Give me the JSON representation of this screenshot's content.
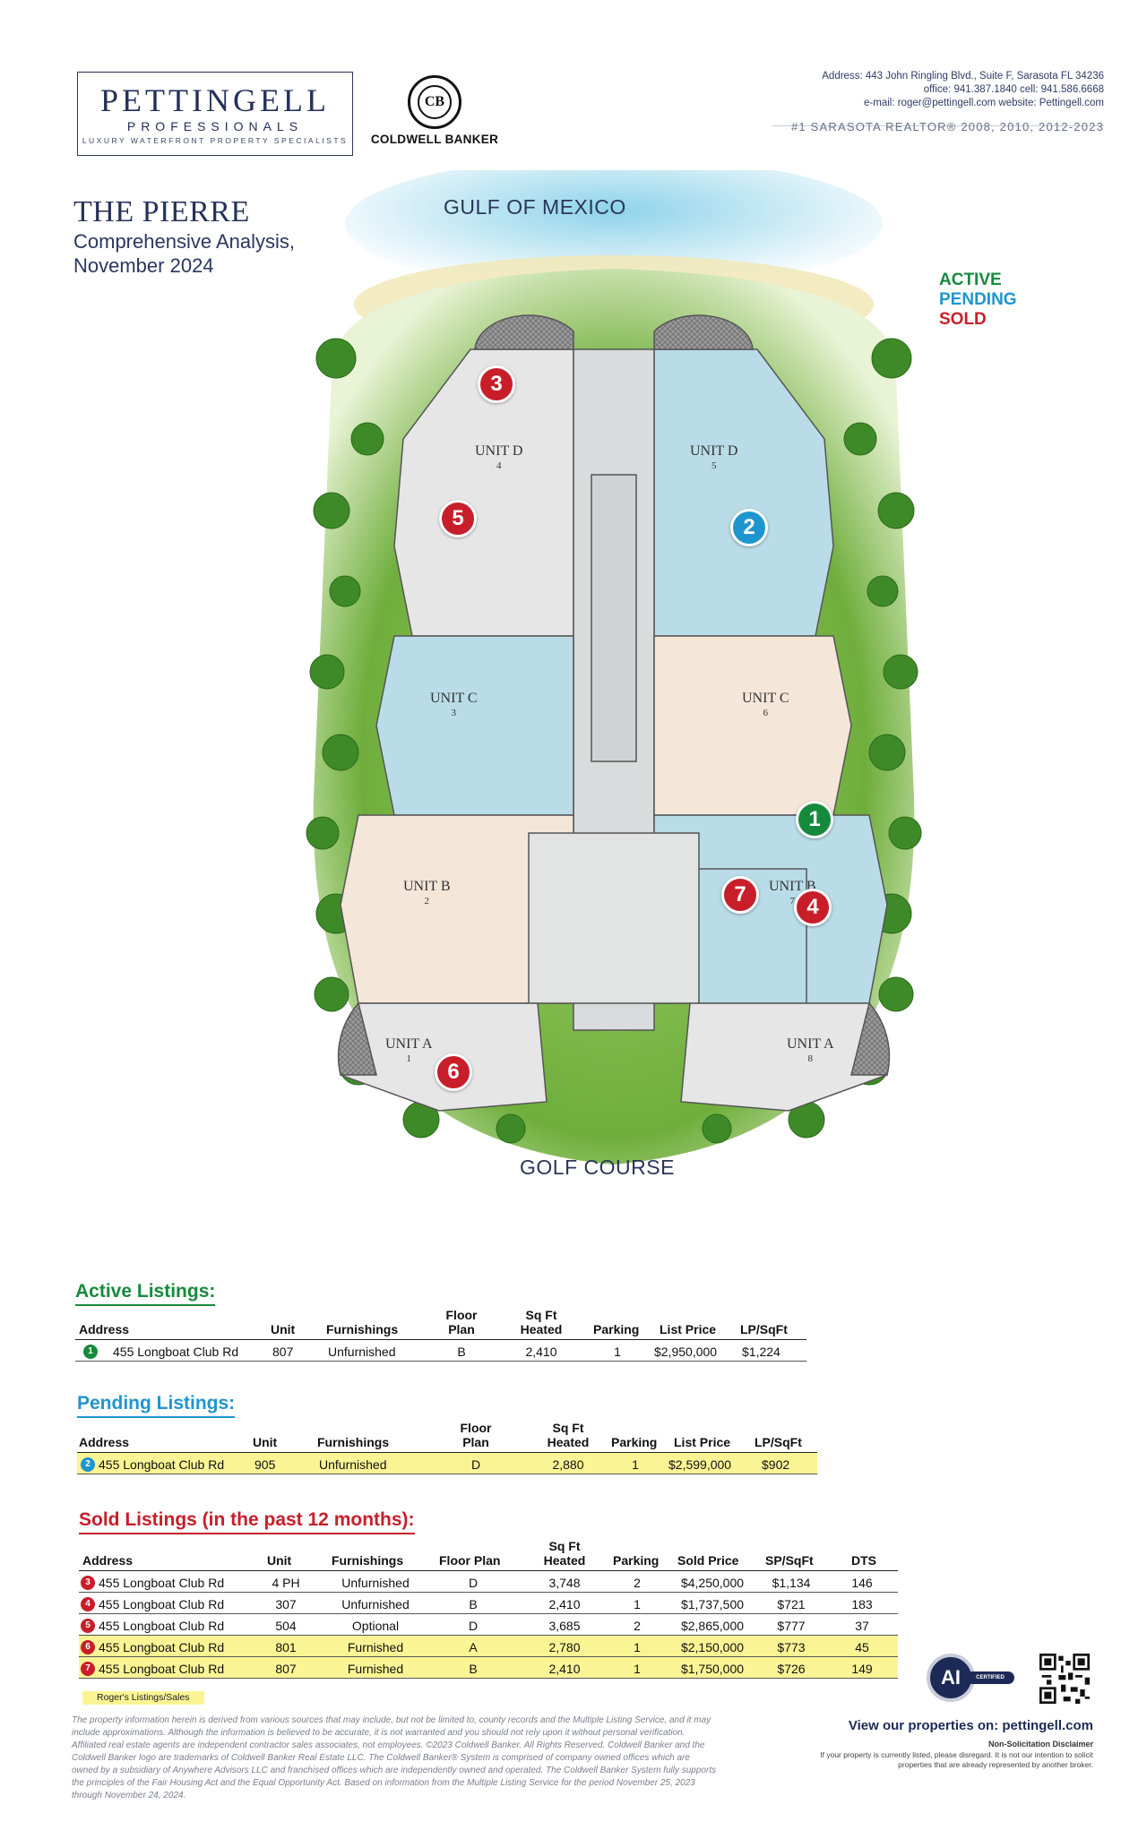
{
  "header": {
    "logo_main": "PETTINGELL",
    "logo_sub": "PROFESSIONALS",
    "logo_tagline": "LUXURY WATERFRONT PROPERTY SPECIALISTS",
    "brokerage_seal_text": "CB",
    "brokerage_name": "COLDWELL BANKER",
    "address": "Address: 443 John Ringling Blvd., Suite F,  Sarasota FL 34236",
    "phones": "office: 941.387.1840    cell: 941.586.6668",
    "email_web": "e-mail: roger@pettingell.com    website: Pettingell.com",
    "realtor_line": "#1 SARASOTA REALTOR® 2008, 2010, 2012-2023"
  },
  "title": "THE PIERRE",
  "subtitle_1": "Comprehensive Analysis,",
  "subtitle_2": "November 2024",
  "legend": {
    "active": "ACTIVE",
    "pending": "PENDING",
    "sold": "SOLD"
  },
  "colors": {
    "active": "#168a3c",
    "pending": "#1f95cf",
    "sold": "#c81e2a",
    "highlight": "#fbf494"
  },
  "plan": {
    "north_label": "GULF OF MEXICO",
    "south_label": "GOLF COURSE",
    "units": [
      {
        "name": "UNIT D",
        "num": "4"
      },
      {
        "name": "UNIT D",
        "num": "5"
      },
      {
        "name": "UNIT C",
        "num": "3"
      },
      {
        "name": "UNIT C",
        "num": "6"
      },
      {
        "name": "UNIT B",
        "num": "2"
      },
      {
        "name": "UNIT B",
        "num": "7"
      },
      {
        "name": "UNIT A",
        "num": "1"
      },
      {
        "name": "UNIT A",
        "num": "8"
      }
    ],
    "markers": [
      {
        "label": "1",
        "status": "active"
      },
      {
        "label": "2",
        "status": "pending"
      },
      {
        "label": "3",
        "status": "sold"
      },
      {
        "label": "4",
        "status": "sold"
      },
      {
        "label": "5",
        "status": "sold"
      },
      {
        "label": "6",
        "status": "sold"
      },
      {
        "label": "7",
        "status": "sold"
      }
    ]
  },
  "active": {
    "title": "Active Listings:",
    "headers": {
      "address": "Address",
      "unit": "Unit",
      "furnishings": "Furnishings",
      "floor_plan_1": "Floor",
      "floor_plan_2": "Plan",
      "sqft_1": "Sq Ft",
      "sqft_2": "Heated",
      "parking": "Parking",
      "price": "List Price",
      "ppsf": "LP/SqFt"
    },
    "rows": [
      {
        "marker": "1",
        "address": "455 Longboat Club Rd",
        "unit": "807",
        "furnishings": "Unfurnished",
        "floor_plan": "B",
        "sqft": "2,410",
        "parking": "1",
        "price": "$2,950,000",
        "ppsf": "$1,224"
      }
    ]
  },
  "pending": {
    "title": "Pending Listings:",
    "headers": {
      "address": "Address",
      "unit": "Unit",
      "furnishings": "Furnishings",
      "floor_plan_1": "Floor",
      "floor_plan_2": "Plan",
      "sqft_1": "Sq Ft",
      "sqft_2": "Heated",
      "parking": "Parking",
      "price": "List Price",
      "ppsf": "LP/SqFt"
    },
    "rows": [
      {
        "marker": "2",
        "address": "455 Longboat Club Rd",
        "unit": "905",
        "furnishings": "Unfurnished",
        "floor_plan": "D",
        "sqft": "2,880",
        "parking": "1",
        "price": "$2,599,000",
        "ppsf": "$902"
      }
    ]
  },
  "sold": {
    "title": "Sold Listings (in the past 12 months):",
    "headers": {
      "address": "Address",
      "unit": "Unit",
      "furnishings": "Furnishings",
      "floor_plan": "Floor Plan",
      "sqft_1": "Sq Ft",
      "sqft_2": "Heated",
      "parking": "Parking",
      "price": "Sold Price",
      "ppsf": "SP/SqFt",
      "dts": "DTS"
    },
    "rows": [
      {
        "marker": "3",
        "address": "455 Longboat Club Rd",
        "unit": "4 PH",
        "furnishings": "Unfurnished",
        "floor_plan": "D",
        "sqft": "3,748",
        "parking": "2",
        "price": "$4,250,000",
        "ppsf": "$1,134",
        "dts": "146"
      },
      {
        "marker": "4",
        "address": "455 Longboat Club Rd",
        "unit": "307",
        "furnishings": "Unfurnished",
        "floor_plan": "B",
        "sqft": "2,410",
        "parking": "1",
        "price": "$1,737,500",
        "ppsf": "$721",
        "dts": "183"
      },
      {
        "marker": "5",
        "address": "455 Longboat Club Rd",
        "unit": "504",
        "furnishings": "Optional",
        "floor_plan": "D",
        "sqft": "3,685",
        "parking": "2",
        "price": "$2,865,000",
        "ppsf": "$777",
        "dts": "37"
      },
      {
        "marker": "6",
        "address": "455 Longboat Club Rd",
        "unit": "801",
        "furnishings": "Furnished",
        "floor_plan": "A",
        "sqft": "2,780",
        "parking": "1",
        "price": "$2,150,000",
        "ppsf": "$773",
        "dts": "45"
      },
      {
        "marker": "7",
        "address": "455 Longboat Club Rd",
        "unit": "807",
        "furnishings": "Furnished",
        "floor_plan": "B",
        "sqft": "2,410",
        "parking": "1",
        "price": "$1,750,000",
        "ppsf": "$726",
        "dts": "149"
      }
    ]
  },
  "footer": {
    "roger_key": "Roger's Listings/Sales",
    "disclaimer": "The property information herein is derived from various sources that may include, but not be limited to, county records and the Multiple Listing Service, and it may include approximations. Although the information is believed to be accurate, it is not warranted and you should not rely upon it without personal verification. Affiliated real estate agents are independent contractor sales associates, not employees. ©2023 Coldwell Banker. All Rights Reserved. Coldwell Banker and the Coldwell Banker logo are trademarks of Coldwell Banker Real Estate LLC. The Coldwell Banker® System is comprised of company owned offices which are owned by a subsidiary of Anywhere Advisors LLC and franchised offices which are independently owned and operated. The Coldwell Banker System fully supports the principles of the Fair Housing Act and the Equal Opportunity Act. Based on information from the Multiple Listing Service for the period November 25, 2023 through November 24, 2024.",
    "ai_badge": "AI",
    "ai_badge_tag": "CERTIFIED AGENT",
    "view_properties": "View our properties on: pettingell.com",
    "nsd_title": "Non-Solicitation Disclaimer",
    "nsd_text": "If your property is currently listed, please disregard. It is not our intention to solicit properties that are already represented by another broker."
  }
}
